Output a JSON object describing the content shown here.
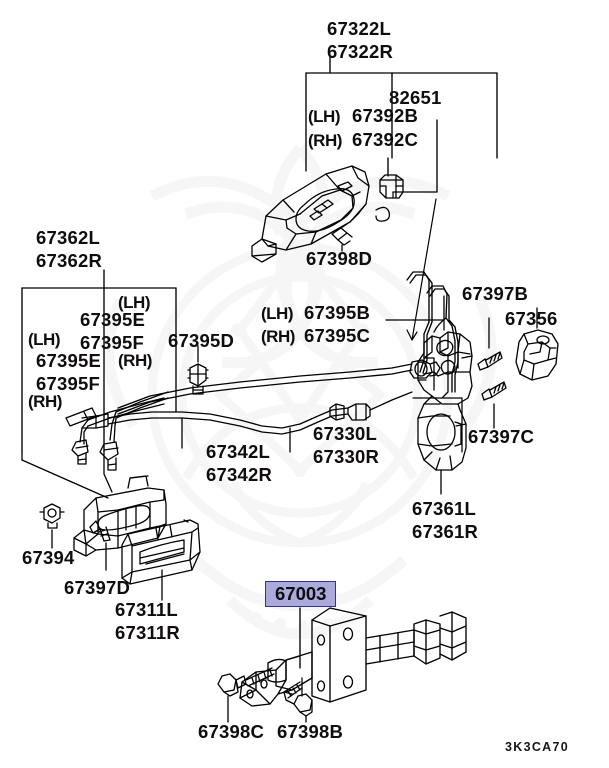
{
  "diagram": {
    "code": "3K3CA70",
    "highlighted_part": "67003",
    "watermark_icon": "ornamental-crest-watermark"
  },
  "labels": {
    "outside_handle_top_l": "67322L",
    "outside_handle_top_r": "67322R",
    "key_cylinder_lh_prefix": "(LH)",
    "key_cylinder_lh": "67392B",
    "key_cylinder_rh_prefix": "(RH)",
    "key_cylinder_rh": "67392C",
    "clip_82651": "82651",
    "screw_67398d": "67398D",
    "rod_lh_prefix": "(LH)",
    "rod_lh": "67395B",
    "rod_rh_prefix": "(RH)",
    "rod_rh": "67395C",
    "striker_67397b": "67397B",
    "striker_67356": "67356",
    "screw_67397c": "67397C",
    "latch_67361l": "67361L",
    "latch_67361r": "67361R",
    "cable_67330l": "67330L",
    "cable_67330r": "67330R",
    "inside_handle_67342l": "67342L",
    "inside_handle_67342r": "67342R",
    "clip_67395d": "67395D",
    "bracket_67362l": "67362L",
    "bracket_67362r": "67362R",
    "rodset_a_lh_prefix": "(LH)",
    "rodset_a_lh_1": "67395E",
    "rodset_a_lh_2": "67395F",
    "rodset_a_rh_prefix": "(RH)",
    "rodset_b_lh_prefix": "(LH)",
    "rodset_b_lh_1": "67395E",
    "rodset_b_lh_2": "67395F",
    "rodset_b_rh_prefix": "(RH)",
    "clip_67394": "67394",
    "screw_67397d": "67397D",
    "bezel_67311l": "67311L",
    "bezel_67311r": "67311R",
    "door_check_67003": "67003",
    "bolt_67398c": "67398C",
    "bolt_67398b": "67398B"
  }
}
